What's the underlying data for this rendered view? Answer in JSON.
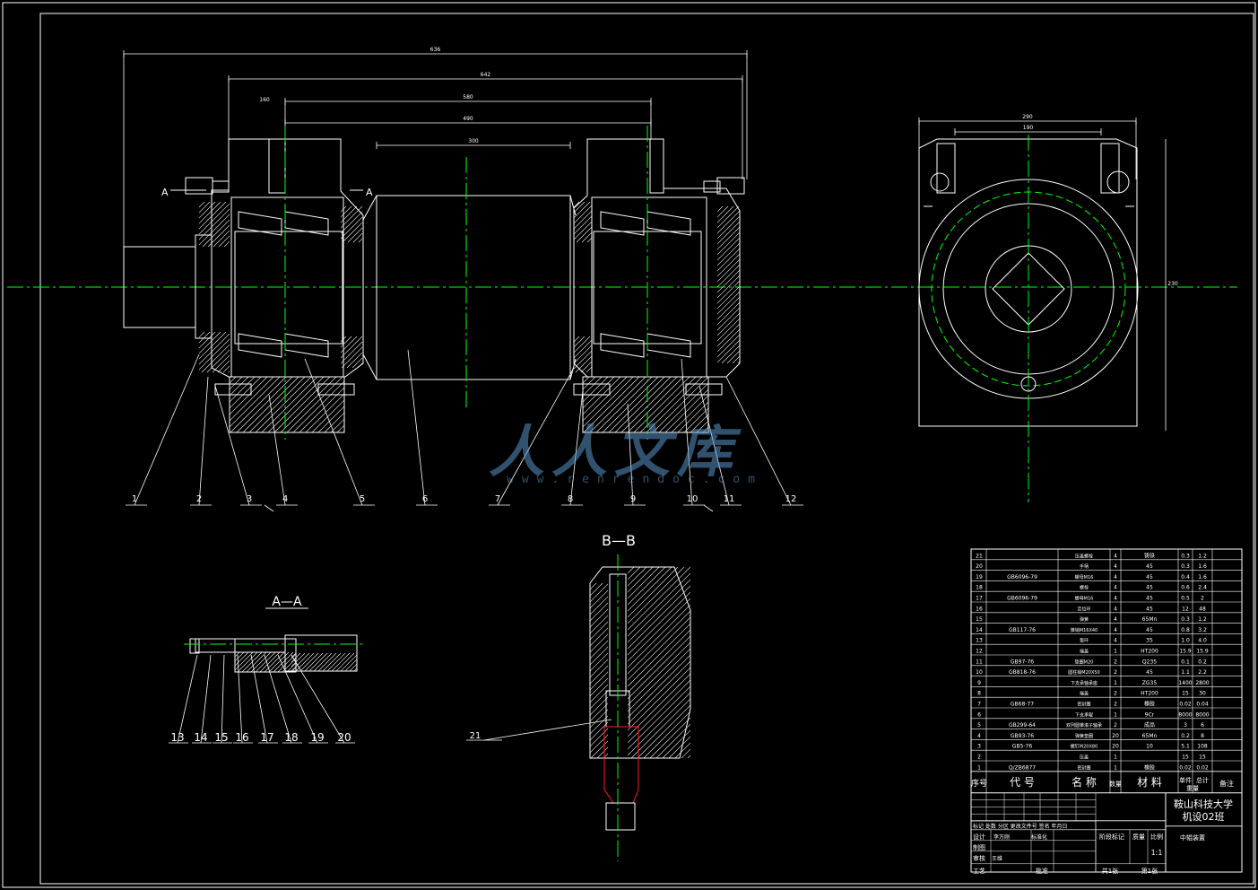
{
  "colors": {
    "background": "#000000",
    "line": "#ffffff",
    "center": "#00ff00",
    "hidden": "#ffff00",
    "accent": "#ff2020",
    "dim": "#ffffff"
  },
  "dims": {
    "d636": "636",
    "d642": "642",
    "d580": "580",
    "d490": "490",
    "d300": "300",
    "d160": "160",
    "d290": "290",
    "d190": "190",
    "d230": "230"
  },
  "section_marks": {
    "a_left": "A",
    "a_right": "A"
  },
  "section_titles": {
    "aa": "A—A",
    "bb": "B—B"
  },
  "callouts_main": [
    "1",
    "2",
    "3",
    "4",
    "5",
    "6",
    "7",
    "8",
    "9",
    "10",
    "11",
    "12"
  ],
  "callouts_aa": [
    "13",
    "14",
    "15",
    "16",
    "17",
    "18",
    "19",
    "20"
  ],
  "callout_bb": "21",
  "watermark": {
    "main": "人人文库",
    "sub": "www.renrendoc.com"
  },
  "bom": {
    "rows": [
      {
        "no": "21",
        "code": "",
        "name": "压盖螺栓",
        "qty": "4",
        "mat": "铸铁",
        "unit": "0.3",
        "total": "1.2"
      },
      {
        "no": "20",
        "code": "",
        "name": "手柄",
        "qty": "4",
        "mat": "45",
        "unit": "0.3",
        "total": "1.6"
      },
      {
        "no": "19",
        "code": "GB6096-79",
        "name": "螺母M16",
        "qty": "4",
        "mat": "45",
        "unit": "0.4",
        "total": "1.6"
      },
      {
        "no": "18",
        "code": "",
        "name": "螺栓",
        "qty": "4",
        "mat": "45",
        "unit": "0.6",
        "total": "2.4"
      },
      {
        "no": "17",
        "code": "GB6096-79",
        "name": "螺母M16",
        "qty": "4",
        "mat": "45",
        "unit": "0.5",
        "total": "2"
      },
      {
        "no": "16",
        "code": "",
        "name": "定位环",
        "qty": "4",
        "mat": "45",
        "unit": "12",
        "total": "48"
      },
      {
        "no": "15",
        "code": "",
        "name": "弹簧",
        "qty": "4",
        "mat": "65Mn",
        "unit": "0.3",
        "total": "1.2"
      },
      {
        "no": "14",
        "code": "GB117-76",
        "name": "锥销M16X40",
        "qty": "4",
        "mat": "45",
        "unit": "0.8",
        "total": "3.2"
      },
      {
        "no": "13",
        "code": "",
        "name": "垫环",
        "qty": "4",
        "mat": "35",
        "unit": "1.0",
        "total": "4.0"
      },
      {
        "no": "12",
        "code": "",
        "name": "端盖",
        "qty": "1",
        "mat": "HT200",
        "unit": "15.9",
        "total": "15.9"
      },
      {
        "no": "11",
        "code": "GB97-76",
        "name": "垫圈M20",
        "qty": "2",
        "mat": "Q235",
        "unit": "0.1",
        "total": "0.2"
      },
      {
        "no": "10",
        "code": "GB818-76",
        "name": "圆柱销M20X50",
        "qty": "2",
        "mat": "45",
        "unit": "1.1",
        "total": "2.2"
      },
      {
        "no": "9",
        "code": "",
        "name": "下支承轴承座",
        "qty": "1",
        "mat": "ZG35",
        "unit": "1400",
        "total": "2800"
      },
      {
        "no": "8",
        "code": "",
        "name": "端盖",
        "qty": "2",
        "mat": "HT200",
        "unit": "15",
        "total": "30"
      },
      {
        "no": "7",
        "code": "GB68-77",
        "name": "密封圈",
        "qty": "2",
        "mat": "橡胶",
        "unit": "0.02",
        "total": "0.04"
      },
      {
        "no": "6",
        "code": "",
        "name": "下支承辊",
        "qty": "1",
        "mat": "9Cr",
        "unit": "8000",
        "total": "8000"
      },
      {
        "no": "5",
        "code": "GB299-64",
        "name": "双列圆锥滚子轴承",
        "qty": "2",
        "mat": "成品",
        "unit": "3",
        "total": "6"
      },
      {
        "no": "4",
        "code": "GB93-76",
        "name": "弹簧垫圈",
        "qty": "20",
        "mat": "65Mn",
        "unit": "0.2",
        "total": "8"
      },
      {
        "no": "3",
        "code": "GB5-76",
        "name": "螺钉M20X80",
        "qty": "20",
        "mat": "10",
        "unit": "5.1",
        "total": "108"
      },
      {
        "no": "2",
        "code": "",
        "name": "压盖",
        "qty": "1",
        "mat": "",
        "unit": "15",
        "total": "15"
      },
      {
        "no": "1",
        "code": "Q/ZB6877",
        "name": "密封圈",
        "qty": "1",
        "mat": "橡胶",
        "unit": "0.02",
        "total": "0.02"
      }
    ],
    "header": {
      "no": "序号",
      "code": "代 号",
      "name": "名 称",
      "qty": "数量",
      "mat": "材 料",
      "unit": "单件",
      "total": "总计",
      "note": "备注",
      "weight": "重量"
    }
  },
  "title_block": {
    "school": "鞍山科技大学",
    "class": "机设02班",
    "drawing_name": "中辊装置",
    "scale_label": "比例",
    "scale": "1:1",
    "weight_label": "质量",
    "stage_label": "阶段标记",
    "sheets_total": "共1张",
    "sheet_no": "第1张",
    "row_mark": "标记 处数 分区 更改文件号 签名 年月日",
    "designer": "设计",
    "designer_name": "李万刚",
    "standard": "标准化",
    "checker": "审核",
    "checker_name": "王维",
    "process": "工艺",
    "approve": "批准",
    "drafter": "制图"
  }
}
